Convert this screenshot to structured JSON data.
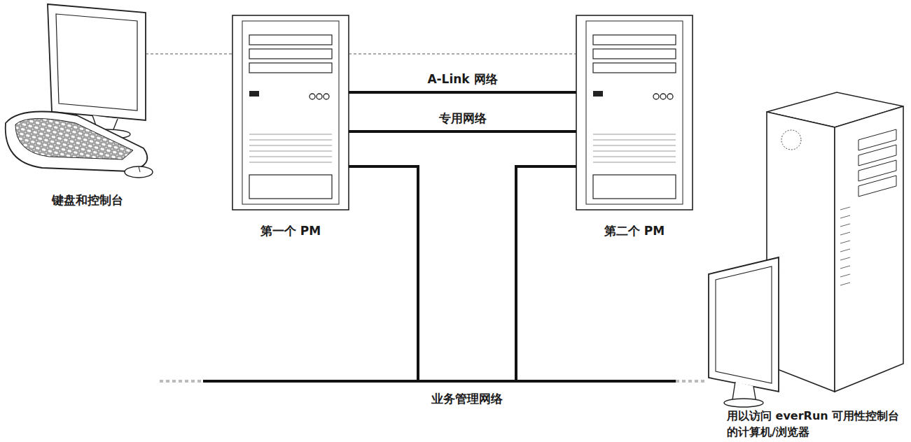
{
  "diagram": {
    "nodes": [
      {
        "text": [
          "键盘和控制台"
        ]
      },
      {
        "text": [
          "第一个 PM"
        ]
      },
      {
        "text": [
          "第二个 PM"
        ]
      },
      {
        "text": [
          "用以访问 everRun 可用性控制台的计算机/浏览器"
        ]
      }
    ],
    "edges": [
      {
        "from": 0,
        "to": 1,
        "arrow": "none"
      },
      {
        "from": 1,
        "to": 2,
        "arrow": "none"
      },
      {
        "from": 1,
        "to": 2,
        "label": "A-Link 网络",
        "arrow": "none"
      },
      {
        "from": 1,
        "to": 2,
        "label": "专用网络",
        "arrow": "none"
      },
      {
        "from": 1,
        "to": 2,
        "label": "业务管理网络",
        "arrow": "none"
      }
    ]
  }
}
